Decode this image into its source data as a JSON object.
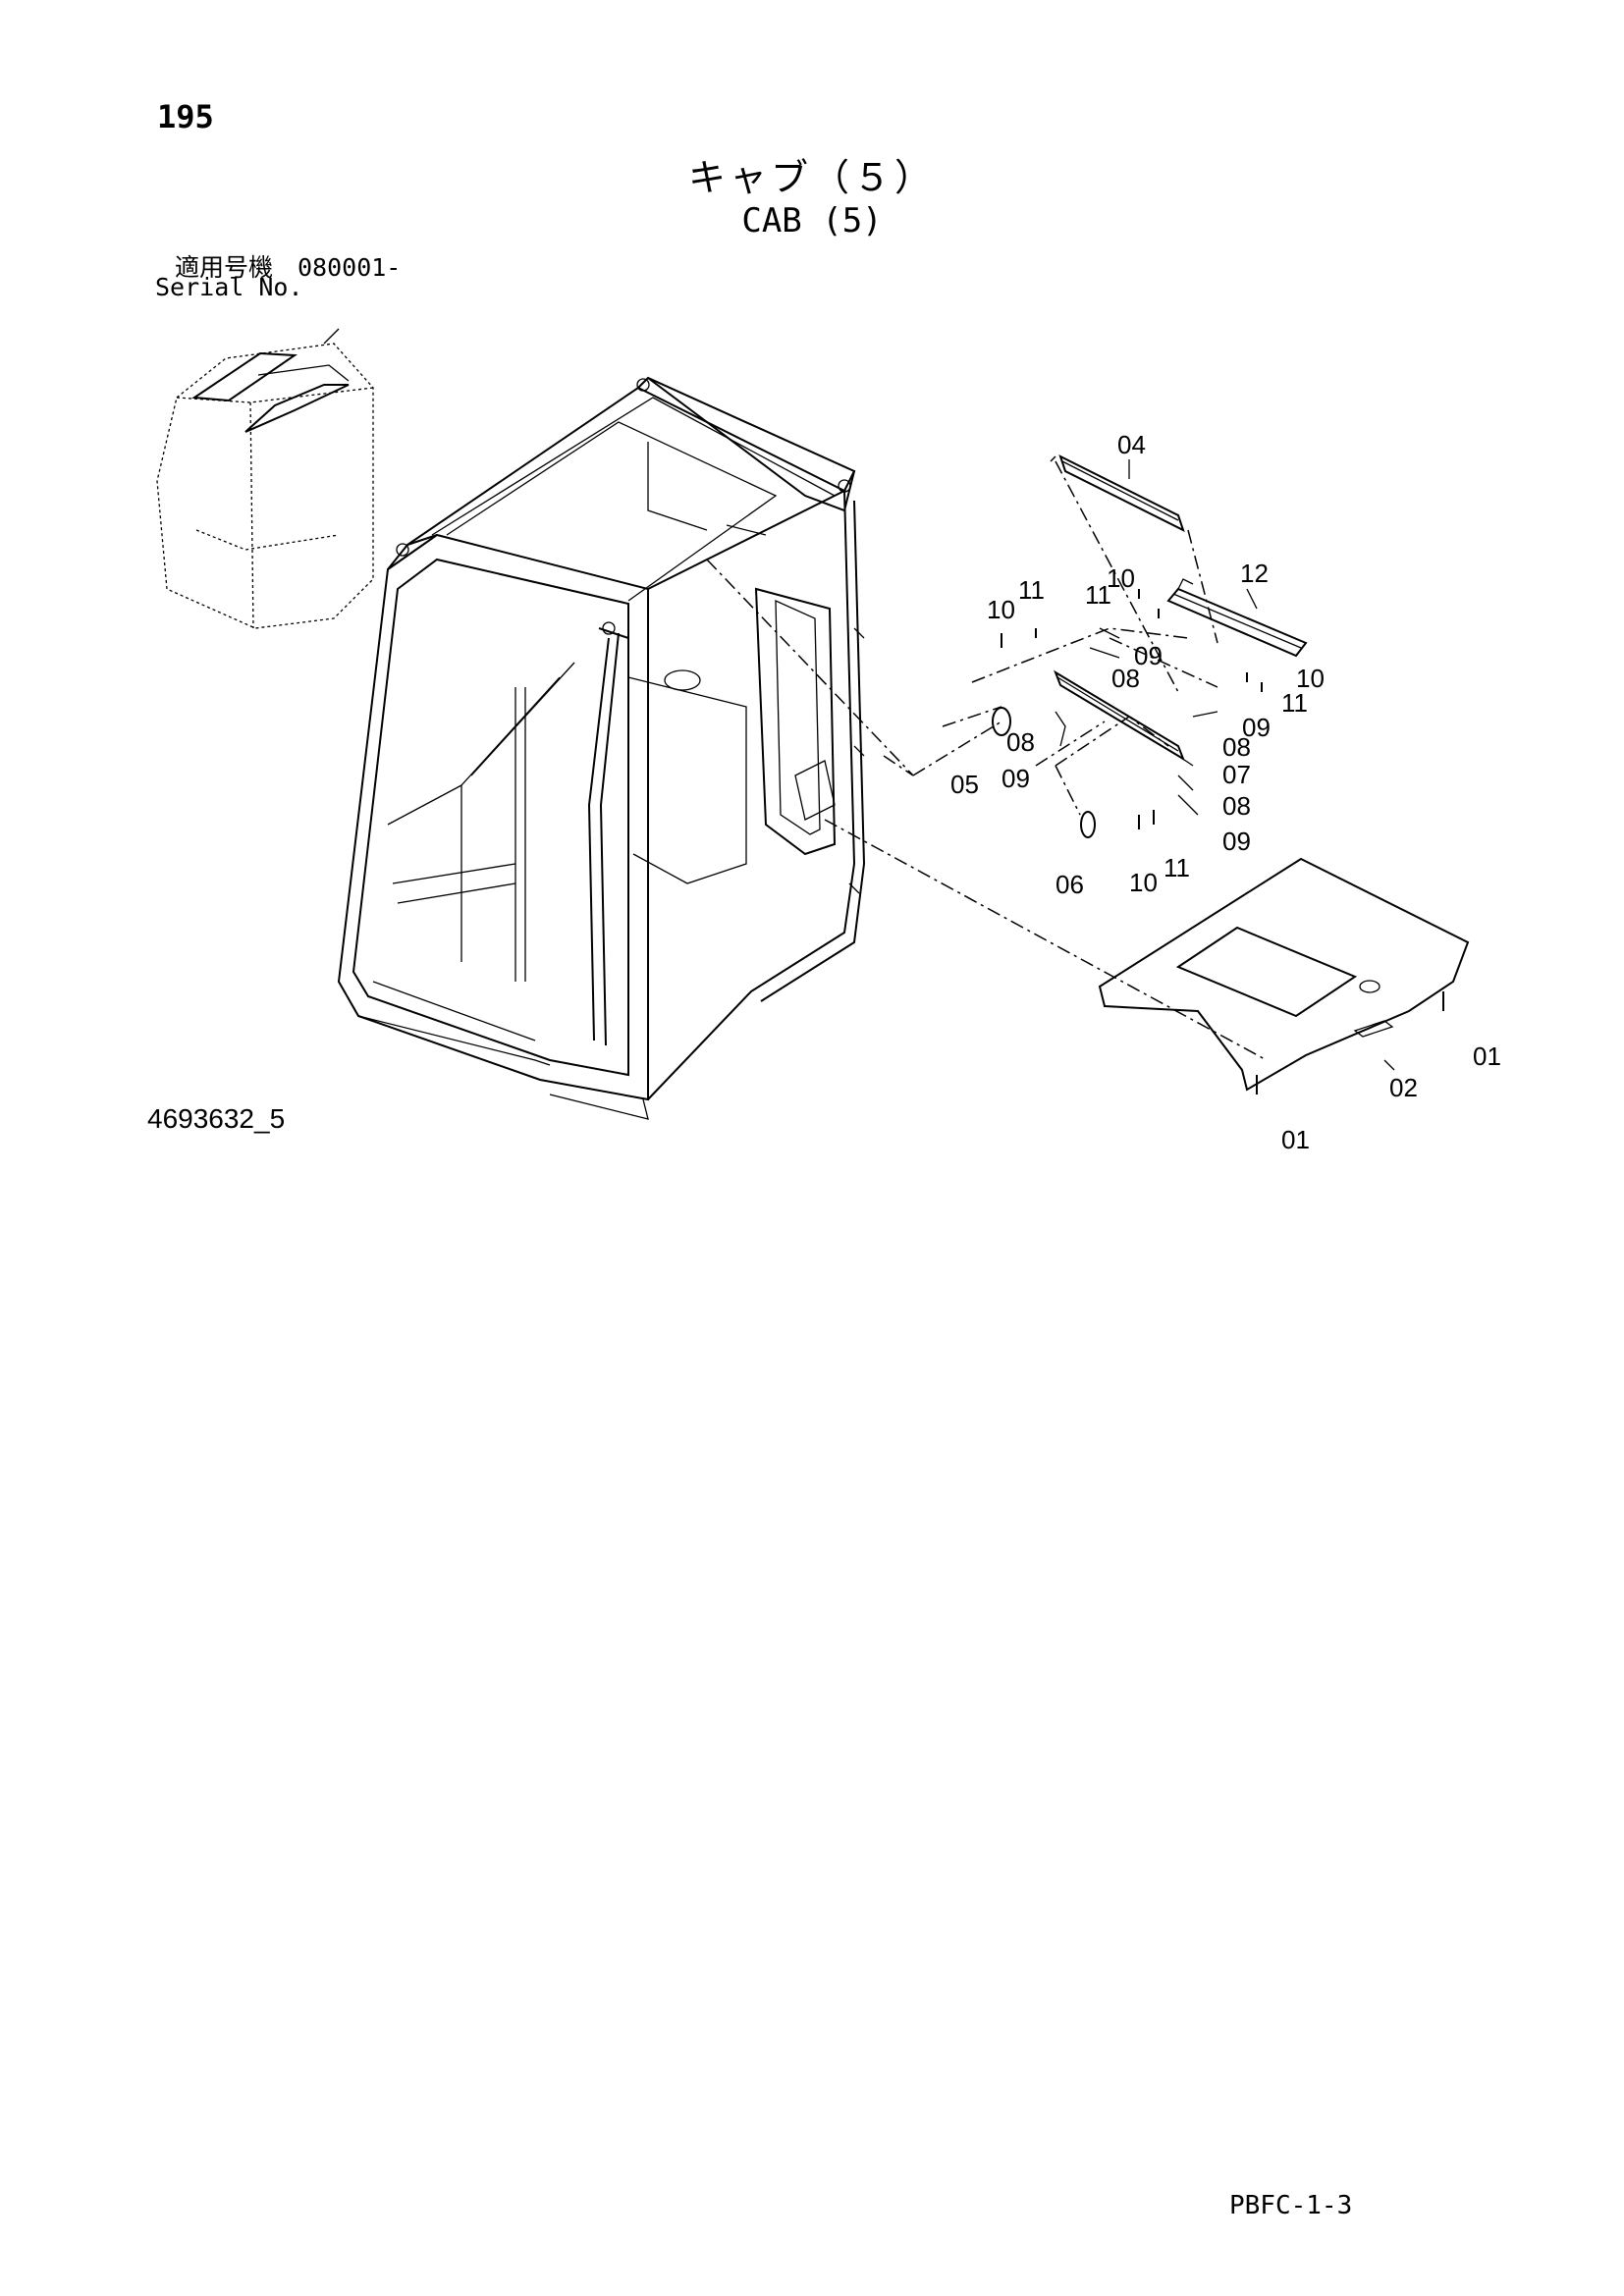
{
  "page": {
    "number": "195",
    "title_jp": "キャブ（５）",
    "title_en": "CAB (5)",
    "serial_label_jp": "適用号機　080001-",
    "serial_label_en": "Serial No.",
    "drawing_number": "4693632_5",
    "footer_code": "PBFC-1-3"
  },
  "diagram": {
    "callouts": [
      "04",
      "12",
      "10",
      "11",
      "11",
      "10",
      "09",
      "08",
      "10",
      "11",
      "08",
      "09",
      "05",
      "09",
      "08",
      "07",
      "08",
      "09",
      "06",
      "10",
      "11",
      "01",
      "02",
      "01"
    ]
  }
}
